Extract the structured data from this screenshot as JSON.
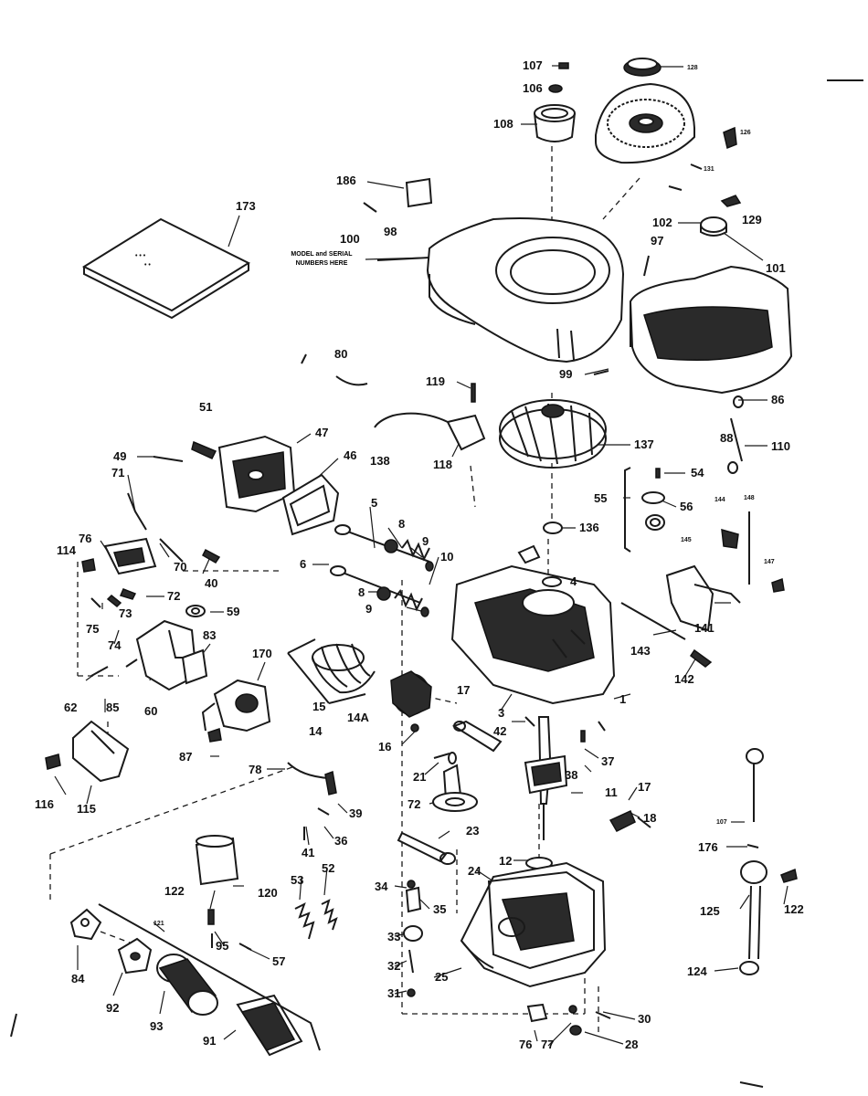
{
  "note": {
    "line1": "MODEL and SERIAL",
    "line2": "NUMBERS HERE"
  },
  "callouts": [
    {
      "id": "c107a",
      "text": "107"
    },
    {
      "id": "c106a",
      "text": "106"
    },
    {
      "id": "c108",
      "text": "108"
    },
    {
      "id": "c126",
      "text": "126"
    },
    {
      "id": "c128",
      "text": "128"
    },
    {
      "id": "c131",
      "text": "131"
    },
    {
      "id": "c186",
      "text": "186"
    },
    {
      "id": "c173",
      "text": "173"
    },
    {
      "id": "c100",
      "text": "100"
    },
    {
      "id": "c98",
      "text": "98"
    },
    {
      "id": "c102",
      "text": "102"
    },
    {
      "id": "c129",
      "text": "129"
    },
    {
      "id": "c97",
      "text": "97"
    },
    {
      "id": "c101",
      "text": "101"
    },
    {
      "id": "c80",
      "text": "80"
    },
    {
      "id": "c119",
      "text": "119"
    },
    {
      "id": "c99",
      "text": "99"
    },
    {
      "id": "c86",
      "text": "86"
    },
    {
      "id": "c51",
      "text": "51"
    },
    {
      "id": "c47",
      "text": "47"
    },
    {
      "id": "c46",
      "text": "46"
    },
    {
      "id": "c138",
      "text": "138"
    },
    {
      "id": "c118",
      "text": "118"
    },
    {
      "id": "c137",
      "text": "137"
    },
    {
      "id": "c88",
      "text": "88"
    },
    {
      "id": "c110",
      "text": "110"
    },
    {
      "id": "c49",
      "text": "49"
    },
    {
      "id": "c71",
      "text": "71"
    },
    {
      "id": "c54",
      "text": "54"
    },
    {
      "id": "c55",
      "text": "55"
    },
    {
      "id": "c56",
      "text": "56"
    },
    {
      "id": "c144",
      "text": "144"
    },
    {
      "id": "c148",
      "text": "148"
    },
    {
      "id": "c145",
      "text": "145"
    },
    {
      "id": "c147",
      "text": "147"
    },
    {
      "id": "c136",
      "text": "136"
    },
    {
      "id": "c5",
      "text": "5"
    },
    {
      "id": "c8a",
      "text": "8"
    },
    {
      "id": "c9a",
      "text": "9"
    },
    {
      "id": "c10",
      "text": "10"
    },
    {
      "id": "c76a",
      "text": "76"
    },
    {
      "id": "c114",
      "text": "114"
    },
    {
      "id": "c70",
      "text": "70"
    },
    {
      "id": "c40",
      "text": "40"
    },
    {
      "id": "c6",
      "text": "6"
    },
    {
      "id": "c4",
      "text": "4"
    },
    {
      "id": "c8b",
      "text": "8"
    },
    {
      "id": "c9b",
      "text": "9"
    },
    {
      "id": "c72a",
      "text": "72"
    },
    {
      "id": "c59",
      "text": "59"
    },
    {
      "id": "c73",
      "text": "73"
    },
    {
      "id": "c75",
      "text": "75"
    },
    {
      "id": "c74",
      "text": "74"
    },
    {
      "id": "c83",
      "text": "83"
    },
    {
      "id": "c170",
      "text": "170"
    },
    {
      "id": "c15",
      "text": "15"
    },
    {
      "id": "c14a",
      "text": "14A"
    },
    {
      "id": "c14",
      "text": "14"
    },
    {
      "id": "c17a",
      "text": "17"
    },
    {
      "id": "c141",
      "text": "141"
    },
    {
      "id": "c143",
      "text": "143"
    },
    {
      "id": "c142",
      "text": "142"
    },
    {
      "id": "c62",
      "text": "62"
    },
    {
      "id": "c85",
      "text": "85"
    },
    {
      "id": "c60",
      "text": "60"
    },
    {
      "id": "c3",
      "text": "3"
    },
    {
      "id": "c42",
      "text": "42"
    },
    {
      "id": "c1",
      "text": "1"
    },
    {
      "id": "c87",
      "text": "87"
    },
    {
      "id": "c16",
      "text": "16"
    },
    {
      "id": "c37",
      "text": "37"
    },
    {
      "id": "c38",
      "text": "38"
    },
    {
      "id": "c21",
      "text": "21"
    },
    {
      "id": "c78",
      "text": "78"
    },
    {
      "id": "c72b",
      "text": "72"
    },
    {
      "id": "c11",
      "text": "11"
    },
    {
      "id": "c17b",
      "text": "17"
    },
    {
      "id": "c18",
      "text": "18"
    },
    {
      "id": "c116",
      "text": "116"
    },
    {
      "id": "c115",
      "text": "115"
    },
    {
      "id": "c39",
      "text": "39"
    },
    {
      "id": "c36",
      "text": "36"
    },
    {
      "id": "c41",
      "text": "41"
    },
    {
      "id": "c23",
      "text": "23"
    },
    {
      "id": "c107b",
      "text": "107"
    },
    {
      "id": "c176",
      "text": "176"
    },
    {
      "id": "c12",
      "text": "12"
    },
    {
      "id": "c24",
      "text": "24"
    },
    {
      "id": "c52",
      "text": "52"
    },
    {
      "id": "c53",
      "text": "53"
    },
    {
      "id": "c120",
      "text": "120"
    },
    {
      "id": "c122a",
      "text": "122"
    },
    {
      "id": "c34",
      "text": "34"
    },
    {
      "id": "c35",
      "text": "35"
    },
    {
      "id": "c122b",
      "text": "122"
    },
    {
      "id": "c125",
      "text": "125"
    },
    {
      "id": "c121",
      "text": "121"
    },
    {
      "id": "c95",
      "text": "95"
    },
    {
      "id": "c57",
      "text": "57"
    },
    {
      "id": "c33",
      "text": "33"
    },
    {
      "id": "c84",
      "text": "84"
    },
    {
      "id": "c32",
      "text": "32"
    },
    {
      "id": "c124",
      "text": "124"
    },
    {
      "id": "c92",
      "text": "92"
    },
    {
      "id": "c25",
      "text": "25"
    },
    {
      "id": "c31",
      "text": "31"
    },
    {
      "id": "c93",
      "text": "93"
    },
    {
      "id": "c30",
      "text": "30"
    },
    {
      "id": "c91",
      "text": "91"
    },
    {
      "id": "c76b",
      "text": "76"
    },
    {
      "id": "c77",
      "text": "77"
    },
    {
      "id": "c28",
      "text": "28"
    }
  ]
}
